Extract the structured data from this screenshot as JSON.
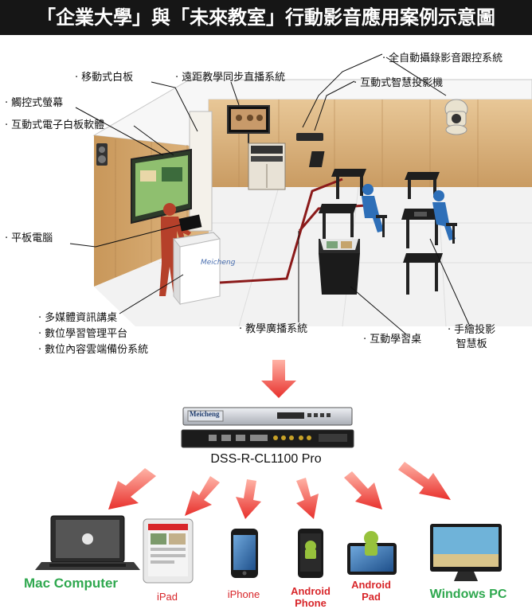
{
  "title": "「企業大學」與「未來教室」行動影音應用案例示意圖",
  "callouts": {
    "mobile_whiteboard": "移動式白板",
    "remote_sync": "遠距教學同步直播系統",
    "auto_tracking": "全自動攝錄影音跟控系統",
    "projector": "互動式智慧投影機",
    "touch_screen": "觸控式螢幕",
    "eboard_software": "互動式電子白板軟體",
    "tablet": "平板電腦",
    "podium_1": "多媒體資訊講桌",
    "podium_2": "數位學習管理平台",
    "podium_3": "數位內容雲端備份系統",
    "broadcast": "教學廣播系統",
    "desk": "互動學習桌",
    "drawing_board_1": "手繪投影",
    "drawing_board_2": "智慧板"
  },
  "bullet": "‧",
  "device": {
    "brand": "Meicheng",
    "model": "DSS-R-CL1100 Pro"
  },
  "clients": [
    {
      "line1": "Mac Computer",
      "line2": "",
      "color": "#2fa84f"
    },
    {
      "line1": "iPad",
      "line2": "",
      "color": "#d8262a"
    },
    {
      "line1": "iPhone",
      "line2": "",
      "color": "#d8262a"
    },
    {
      "line1": "Android",
      "line2": "Phone",
      "color": "#d8262a"
    },
    {
      "line1": "Android",
      "line2": "Pad",
      "color": "#d8262a"
    },
    {
      "line1": "Windows PC",
      "line2": "",
      "color": "#2fa84f"
    }
  ],
  "colors": {
    "wall": "#d9b27e",
    "floor": "#efefef",
    "cable": "#8b1a1a",
    "person": "#b5402a",
    "student": "#2e6fb8",
    "arrow": "#e8312d"
  }
}
